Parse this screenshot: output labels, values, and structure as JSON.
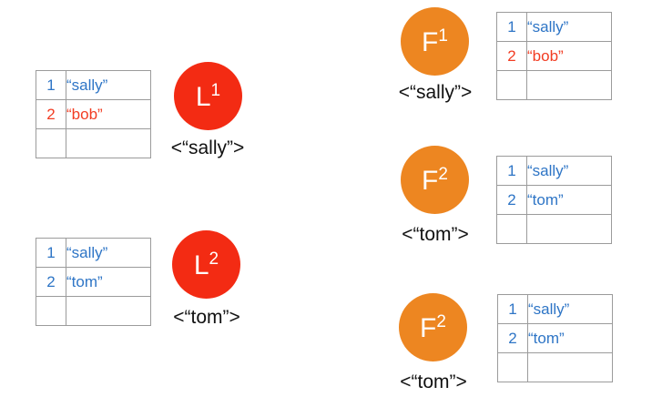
{
  "colors": {
    "node_red": "#f32b13",
    "node_orange": "#ed8621",
    "text_blue": "#2e75c6",
    "text_red": "#f23c22",
    "table_border": "#9b9b9b",
    "label_black": "#111111",
    "circle_text": "#ffffff"
  },
  "groups": [
    {
      "id": "L1",
      "circle": {
        "letter": "L",
        "superscript": "1",
        "color": "red"
      },
      "label": "<“sally”>",
      "table": {
        "rows": [
          {
            "index": "1",
            "value": "“sally”",
            "color": "blue"
          },
          {
            "index": "2",
            "value": "“bob”",
            "color": "red"
          },
          {
            "index": "",
            "value": "",
            "color": ""
          }
        ]
      }
    },
    {
      "id": "L2",
      "circle": {
        "letter": "L",
        "superscript": "2",
        "color": "red"
      },
      "label": "<“tom”>",
      "table": {
        "rows": [
          {
            "index": "1",
            "value": "“sally”",
            "color": "blue"
          },
          {
            "index": "2",
            "value": "“tom”",
            "color": "blue"
          },
          {
            "index": "",
            "value": "",
            "color": ""
          }
        ]
      }
    },
    {
      "id": "F1",
      "circle": {
        "letter": "F",
        "superscript": "1",
        "color": "orange"
      },
      "label": "<“sally”>",
      "table": {
        "rows": [
          {
            "index": "1",
            "value": "“sally”",
            "color": "blue"
          },
          {
            "index": "2",
            "value": "“bob”",
            "color": "red"
          },
          {
            "index": "",
            "value": "",
            "color": ""
          }
        ]
      }
    },
    {
      "id": "F2a",
      "circle": {
        "letter": "F",
        "superscript": "2",
        "color": "orange"
      },
      "label": "<“tom”>",
      "table": {
        "rows": [
          {
            "index": "1",
            "value": "“sally”",
            "color": "blue"
          },
          {
            "index": "2",
            "value": "“tom”",
            "color": "blue"
          },
          {
            "index": "",
            "value": "",
            "color": ""
          }
        ]
      }
    },
    {
      "id": "F2b",
      "circle": {
        "letter": "F",
        "superscript": "2",
        "color": "orange"
      },
      "label": "<“tom”>",
      "table": {
        "rows": [
          {
            "index": "1",
            "value": "“sally”",
            "color": "blue"
          },
          {
            "index": "2",
            "value": "“tom”",
            "color": "blue"
          },
          {
            "index": "",
            "value": "",
            "color": ""
          }
        ]
      }
    }
  ]
}
